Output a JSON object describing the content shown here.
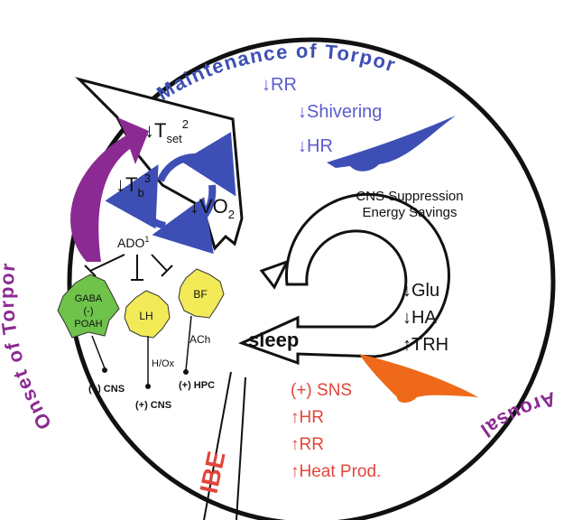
{
  "titles": {
    "maintenance": "Maintenance of Torpor",
    "onset": "Onset of Torpor",
    "arousal": "Arousal",
    "ibe": "IBE",
    "sleep": "sleep"
  },
  "cycle": {
    "tset": "↓T",
    "tset_sub": "set",
    "tset_sup": "2",
    "tb": "↓T",
    "tb_sub": "b",
    "tb_sup": "3",
    "vo2": "↓VO",
    "vo2_sub": "2"
  },
  "maintenance_list": [
    "↓RR",
    "↓Shivering",
    "↓HR"
  ],
  "cns": [
    "CNS Suppression",
    "Energy Savings"
  ],
  "hormones": [
    "↓Glu",
    "↓HA",
    "↑TRH"
  ],
  "arousal_list": [
    "(+) SNS",
    "↑HR",
    "↑RR",
    "↑Heat Prod."
  ],
  "neuro": {
    "ado": "ADO",
    "ado_sup": "1",
    "gaba": [
      "GABA",
      "(-)",
      "POAH"
    ],
    "lh": "LH",
    "bf": "BF",
    "hox": "H/Ox",
    "ach": "ACh",
    "out_gaba": "(+) CNS",
    "out_lh": "(+) CNS",
    "out_bf": "(+) HPC"
  },
  "colors": {
    "blue": "#3d4fb5",
    "purple": "#8b2a92",
    "orange": "#ee6a1a",
    "red": "#e2453a",
    "green": "#6fc24a",
    "yellow": "#f2ea57"
  }
}
